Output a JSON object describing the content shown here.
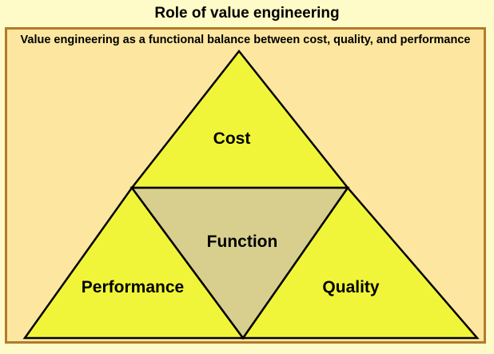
{
  "title": "Role of value engineering",
  "subtitle": "Value engineering as a functional balance between cost, quality, and performance",
  "segments": {
    "top": "Cost",
    "center": "Function",
    "left": "Performance",
    "right": "Quality"
  },
  "colors": {
    "page_background": "#fffbc8",
    "frame_background": "#fde7a0",
    "frame_border": "#b47a2a",
    "outer_triangles": "#f0f53a",
    "center_triangle": "#d8cf8e",
    "outline": "#000000"
  }
}
